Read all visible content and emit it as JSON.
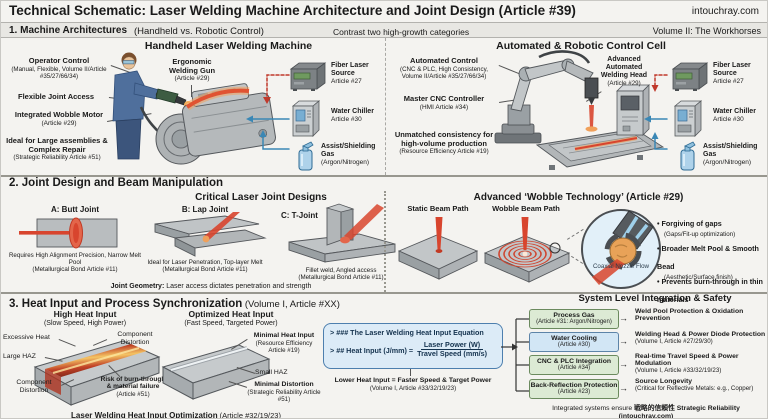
{
  "header": {
    "title": "Technical Schematic: Laser Welding Machine Architecture and Joint Design (Article #39)",
    "site": "intouchray.com"
  },
  "colors": {
    "laser_red": "#d8452e",
    "heat_orange": "#f0a05a",
    "formula_blue_bg": "#dcebf7",
    "formula_blue_border": "#4d7fae",
    "integration_green": "#dcead4",
    "integration_blue": "#d2e6f5",
    "metal_grey": "#b9bdbf",
    "bar_grey": "#e8e7e3"
  },
  "icons": [
    "fiber-laser-icon",
    "water-chiller-icon",
    "gas-bottle-icon",
    "coaxial-nozzle-icon"
  ],
  "s1": {
    "num": "1. Machine Architectures",
    "paren": " (Handheld vs. Robotic Control)",
    "center": "Contrast two high-growth categories",
    "right": "Volume II: The Workhorses",
    "handheld": {
      "title": "Handheld Laser Welding Machine",
      "operator_control": "Operator Control",
      "operator_control_sub": "(Manual, Flexible, Volume II/Article #35/27/66/34)",
      "flexible_joint": "Flexible Joint Access",
      "wobble_motor": "Integrated Wobble Motor",
      "wobble_motor_sub": "(Article #29)",
      "ideal": "Ideal for Large assemblies & Complex Repair",
      "ideal_sub": "(Strategic Reliability Article #51)",
      "gun": "Ergonomic Welding Gun",
      "gun_sub": "(Article #29)"
    },
    "robotic": {
      "title": "Automated & Robotic Control Cell",
      "auto_control": "Automated Control",
      "auto_control_sub": "(CNC & PLC, High Consistency, Volume II/Article #35/27/66/34)",
      "cnc": "Master CNC Controller",
      "cnc_sub": "(HMI Article #34)",
      "consistency": "Unmatched consistency for high-volume production",
      "consistency_sub": "(Resource Efficiency Article #19)",
      "head": "Advanced Automated Welding Head",
      "head_sub": "(Article #29)"
    },
    "equipment": [
      {
        "name": "Fiber Laser Source",
        "sub": "Article #27"
      },
      {
        "name": "Water Chiller",
        "sub": "Article #30"
      },
      {
        "name": "Assist/Shielding Gas",
        "sub": "(Argon/Nitrogen)"
      }
    ]
  },
  "s2": {
    "heading": "2. Joint Design and Beam Manipulation",
    "left_title": "Critical Laser Joint Designs",
    "joints": [
      {
        "label": "A: Butt Joint",
        "desc": "Requires High Alignment Precision, Narrow Melt Pool",
        "sub": "(Metallurgical Bond Article #11)"
      },
      {
        "label": "B: Lap Joint",
        "desc": "Ideal for Laser Penetration, Top-layer Melt",
        "sub": "(Metallurgical Bond Article #11)"
      },
      {
        "label": "C: T-Joint",
        "desc": "Fillet weld, Angled access",
        "sub": "(Metallurgical Bond Article #11)"
      }
    ],
    "footer_bold": "Joint Geometry:",
    "footer_rest": " Laser access dictates penetration and strength",
    "right_title": "Advanced ‘Wobble Technology’ (Article #29)",
    "static_label": "Static Beam Path",
    "wobble_label": "Wobble Beam Path",
    "nozzle_label": "Coaxial Nozzle Flow",
    "bullets": [
      {
        "head": "Forgiving of gaps",
        "sub": "(Gaps/Fit-up optimization)"
      },
      {
        "head": "Broader Melt Pool & Smooth Bead",
        "sub": "(Aesthetic/Surface finish)"
      },
      {
        "head": "Prevents burn-through in thin materials",
        "sub": ""
      }
    ]
  },
  "s3": {
    "heading_bold": "3. Heat Input and Process Synchronization",
    "heading_paren": " (Volume I, Article #XX)",
    "high": {
      "title": "High Heat Input",
      "sub": "(Slow Speed, High Power)",
      "excessive": "Excessive Heat",
      "haz": "Large HAZ",
      "dist_bl": "Component Distortion",
      "dist_tr": "Component Distortion",
      "risk": "Risk of burn-through & material failure",
      "risk_sub": "(Article #51)"
    },
    "opt": {
      "title": "Optimized Heat Input",
      "sub": "(Fast Speed, Targeted Power)",
      "minimal_heat": "Minimal Heat Input",
      "minimal_heat_sub": "(Resource Efficiency Article #19)",
      "small_haz": "Small HAZ",
      "minimal_dist": "Minimal Distortion",
      "minimal_dist_sub": "(Strategic Reliability Article #51)"
    },
    "caption_bold": "Laser Welding Heat Input Optimization",
    "caption_rest": " (Article #32/19/23)",
    "formula": {
      "line1": "> ### The Laser Welding Heat Input Equation",
      "line2": "> ## Heat Input (J/mm) =",
      "numer": "Laser Power (W)",
      "denom": "Travel Speed (mm/s)",
      "note": "Lower Heat Input = Faster Speed & Target Power",
      "note_sub": "(Volume I, Article #33/32/19/23)"
    },
    "integration": {
      "title": "System Level Integration & Safety",
      "rows": [
        {
          "box": "Process Gas",
          "box_sub": "(Article #31: Argon/Nitrogen)",
          "text": "Weld Pool Protection & Oxidation Prevention",
          "text_sub": ""
        },
        {
          "box": "Water Cooling",
          "box_sub": "(Article #30)",
          "text": "Welding Head & Power Diode Protection",
          "text_sub": "(Volume I, Article #27/29/30)"
        },
        {
          "box": "CNC & PLC Integration",
          "box_sub": "(Article #34)",
          "text": "Real-time Travel Speed & Power Modulation",
          "text_sub": "(Volume I, Article #33/32/19/23)"
        },
        {
          "box": "Back-Reflection Protection",
          "box_sub": "(Article #23)",
          "text": "Source Longevity",
          "text_sub": "(Critical for Reflective Metals: e.g., Copper)"
        }
      ],
      "footer_pre": "Integrated systems ensure ",
      "footer_jp": "戦略的信頼性",
      "footer_post": " Strategic Reliability (intouchray.com)"
    }
  }
}
